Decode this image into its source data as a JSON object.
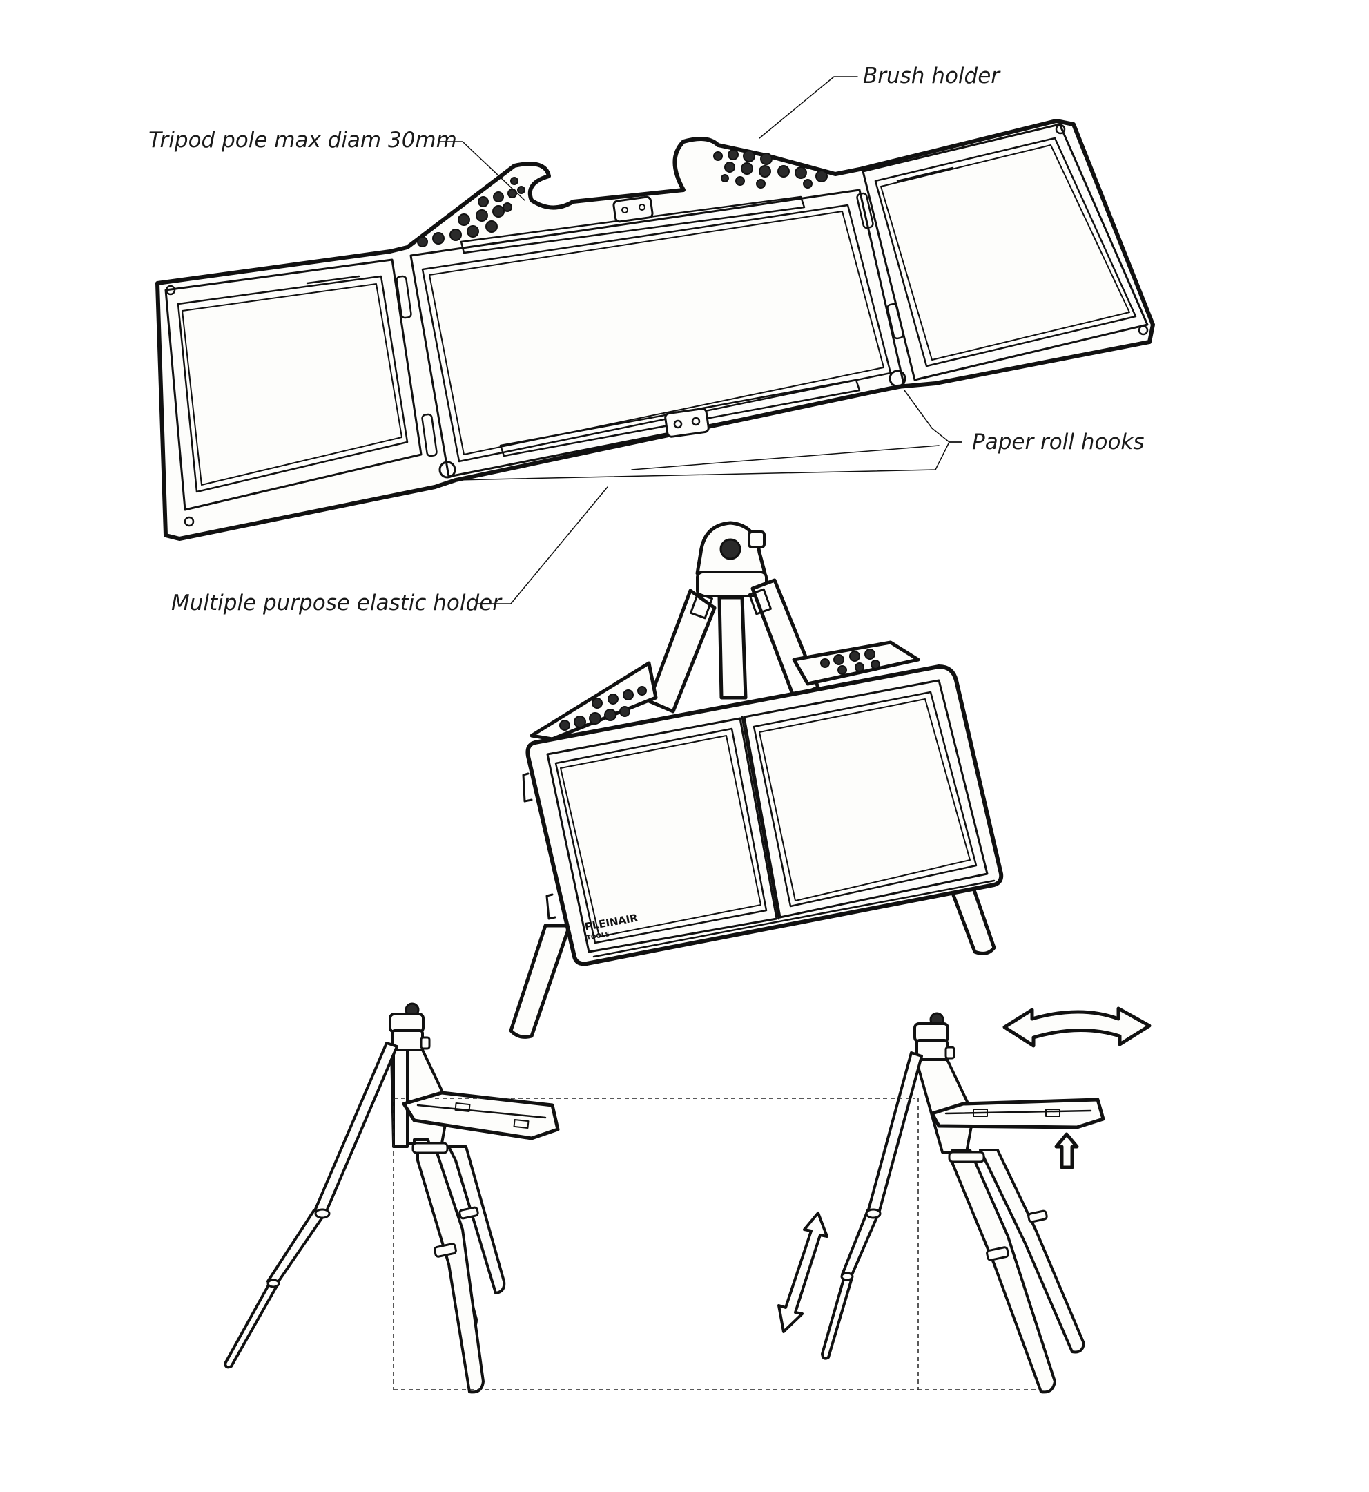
{
  "callouts": {
    "brush_holder": "Brush holder",
    "tripod_pole": "Tripod pole max diam 30mm",
    "paper_roll_hooks": "Paper roll hooks",
    "elastic_holder": "Multiple purpose elastic holder"
  },
  "logo": {
    "line1": "PLEINAIR",
    "line2": "TOOLS"
  },
  "colors": {
    "line": "#111111",
    "panel": "#fdfdfb",
    "background": "#ffffff"
  },
  "icons": {
    "horizontal_arrow": "double-headed-curved-arrow",
    "vertical_arrow": "double-headed-vertical-arrow",
    "up_arrow": "up-arrow"
  }
}
